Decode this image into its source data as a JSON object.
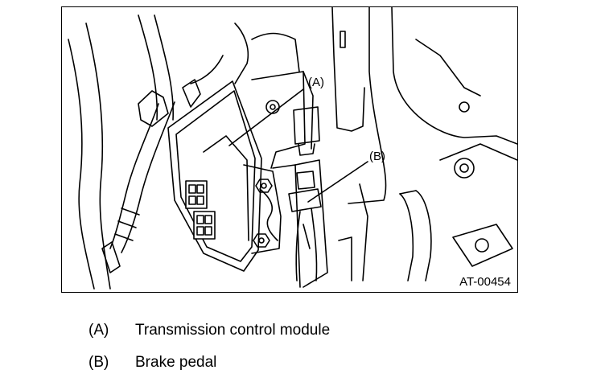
{
  "diagram": {
    "figure_id": "AT-00454",
    "callouts": {
      "a": "(A)",
      "b": "(B)"
    }
  },
  "legend": [
    {
      "key": "(A)",
      "label": "Transmission control module"
    },
    {
      "key": "(B)",
      "label": "Brake pedal"
    }
  ]
}
